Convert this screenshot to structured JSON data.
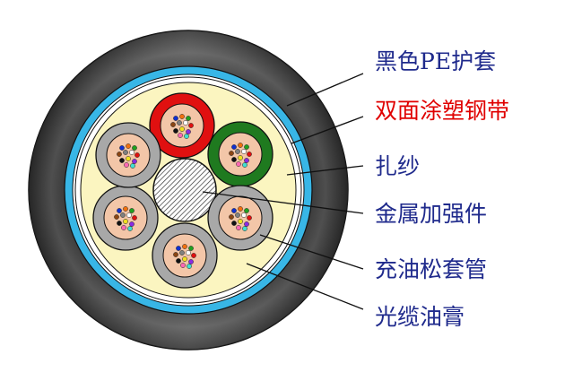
{
  "labels": {
    "pe_sheath": "黑色PE护套",
    "coated_steel_tape": "双面涂塑钢带",
    "binder_yarn": "扎纱",
    "strength_member": "金属加强件",
    "loose_tube": "充油松套管",
    "cable_gel": "光缆油膏"
  },
  "colors": {
    "label_text": "#1f2a8c",
    "label_highlight": "#e00000",
    "sheath": "#3a3a3a",
    "steel_tape": "#38b6e6",
    "yarn": "#ffffff",
    "gel_fill": "#fbf5c0",
    "tube_gray": "#a8a8a8",
    "tube_red": "#e01010",
    "tube_green": "#1f7a1f",
    "fiber_bundle": "#f3c6a8"
  },
  "tubes": [
    {
      "id": "red",
      "color": "red"
    },
    {
      "id": "green",
      "color": "green"
    },
    {
      "id": "right",
      "color": "gray"
    },
    {
      "id": "bottom",
      "color": "gray"
    },
    {
      "id": "left",
      "color": "gray"
    },
    {
      "id": "upper-left",
      "color": "gray"
    }
  ],
  "fiber_colors": [
    "#1030d0",
    "#f07010",
    "#20a020",
    "#8b4513",
    "#808080",
    "#ffffff",
    "#e01010",
    "#111111",
    "#f0e020",
    "#8a2be2",
    "#ff69b4",
    "#40e0d0"
  ]
}
